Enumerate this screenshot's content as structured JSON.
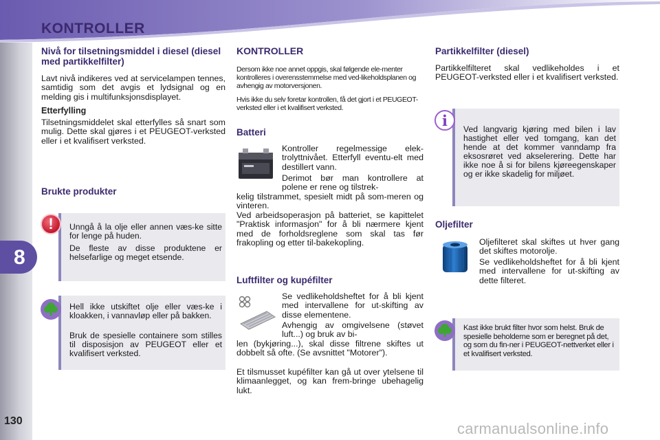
{
  "header": {
    "title": "KONTROLLER"
  },
  "chapter": {
    "number": "8"
  },
  "page_number": "130",
  "watermark": "carmanualsonline.info",
  "col1": {
    "nivaa_title": "Nivå for tilsetningsmiddel i diesel (diesel med partikkelfilter)",
    "nivaa_text": "Lavt nivå indikeres ved at servicelampen tennes, samtidig som det avgis et lydsignal og en melding gis i multifunksjonsdisplayet.",
    "etterfylling_title": "Etterfylling",
    "etterfylling_text": "Tilsetningsmiddelet skal etterfylles så snart som mulig. Dette skal gjøres i et PEUGEOT-verksted eller i et kvalifisert verksted.",
    "brukte_title": "Brukte produkter",
    "warning_p1": "Unngå å la olje eller annen væs-ke sitte for lenge på huden.",
    "warning_p2": "De fleste av disse produktene er helsefarlige og meget etsende.",
    "env_p1": "Hell ikke utskiftet olje eller væs-ke i kloakken, i vannavløp eller på bakken.",
    "env_p2": "Bruk de spesielle containere som stilles til disposisjon av PEUGEOT eller et kvalifisert verksted."
  },
  "col2": {
    "title": "KONTROLLER",
    "intro1": "Dersom ikke noe annet oppgis, skal følgende ele-menter kontrolleres i overensstemmelse med ved-likeholdsplanen og avhengig av motorversjonen.",
    "intro2": "Hvis ikke du selv foretar kontrollen, få det gjort i et PEUGEOT-verksted eller i et kvalifisert verksted.",
    "batteri_title": "Batteri",
    "batteri_p1": "Kontroller regelmessige elek-trolyttnivået. Etterfyll eventu-elt med destillert vann.",
    "batteri_p2a": "Derimot bør man kontrollere at polene er rene og tilstrek-",
    "batteri_p2b": "kelig tilstrammet, spesielt midt på som-meren og vinteren.",
    "batteri_p3": "Ved arbeidsoperasjon på batteriet, se kapittelet \"Praktisk informasjon\" for å bli nærmere kjent med de forholdsreglene som skal tas før frakopling og etter til-bakekopling.",
    "luft_title": "Luftfilter og kupéfilter",
    "luft_p1": "Se vedlikeholdsheftet for å bli kjent med intervallene for ut-skifting av disse elementene.",
    "luft_p2a": "Avhengig av omgivelsene (støvet luft...) og bruk av bi-",
    "luft_p2b": "len (bykjøring...), skal disse filtrene skiftes ut dobbelt så ofte. (Se avsnittet \"Motorer\").",
    "luft_p3": "Et tilsmusset kupéfilter kan gå ut over ytelsene til klimaanlegget, og kan frem-bringe ubehagelig lukt."
  },
  "col3": {
    "partikkel_title": "Partikkelfilter (diesel)",
    "partikkel_text": "Partikkelfilteret skal vedlikeholdes i et PEUGEOT-verksted eller i et kvalifisert verksted.",
    "info_text": "Ved langvarig kjøring med bilen i lav hastighet eller ved tomgang, kan det hende at det kommer vanndamp fra eksosrøret ved akselerering. Dette har ikke noe å si for bilens kjøreegenskaper og er ikke skadelig for miljøet.",
    "olje_title": "Oljefilter",
    "olje_p1": "Oljefilteret skal skiftes ut hver gang det skiftes motorolje.",
    "olje_p2": "Se vedlikeholdsheftet for å bli kjent med intervallene for ut-skifting av dette filteret.",
    "env_text": "Kast ikke brukt filter hvor som helst. Bruk de spesielle beholderne som er beregnet på det, og som du fin-ner i PEUGEOT-nettverket eller i et kvalifisert verksted."
  },
  "icons": {
    "warning": "!",
    "info": "i",
    "environment": "tree-icon",
    "battery": "battery-icon",
    "air_filter": "air-filter-icon",
    "oil_filter": "oil-filter-icon"
  },
  "colors": {
    "brand_purple": "#5e4fa3",
    "heading_purple": "#3b2a6e",
    "box_grey": "#e9e9ee",
    "warning_red": "#c4182e"
  }
}
